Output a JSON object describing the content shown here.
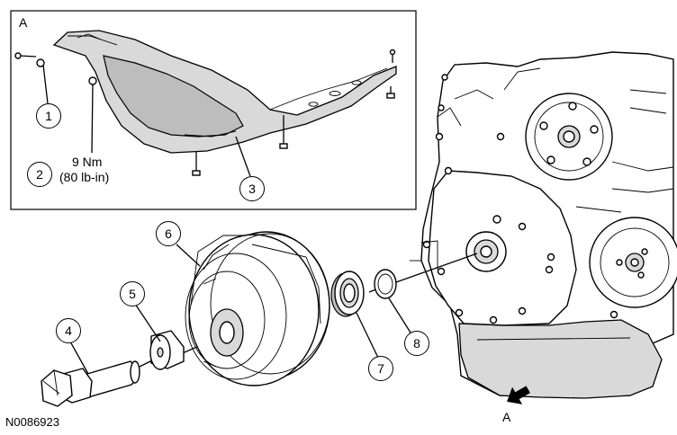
{
  "inset": {
    "view_label": "A",
    "torque": {
      "nm": "9 Nm",
      "lbin": "(80 lb-in)"
    }
  },
  "callouts": [
    "1",
    "2",
    "3",
    "4",
    "5",
    "6",
    "7",
    "8"
  ],
  "view_arrow_label": "A",
  "figure_code": "N0086923",
  "colors": {
    "line": "#000000",
    "shade": "#d9d9d9",
    "background": "#ffffff"
  }
}
